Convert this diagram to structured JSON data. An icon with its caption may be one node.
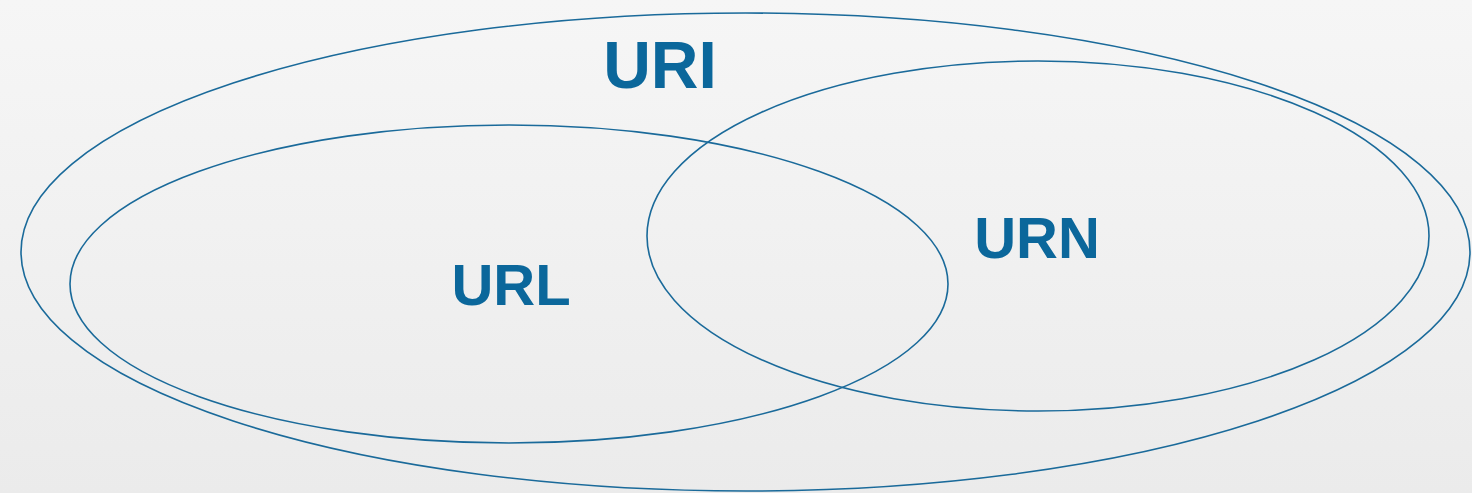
{
  "diagram": {
    "nodes": [
      {
        "text": [
          "URI"
        ]
      },
      {
        "text": [
          "URL"
        ],
        "in": 0
      },
      {
        "text": [
          "URN"
        ],
        "in": 0
      }
    ]
  }
}
